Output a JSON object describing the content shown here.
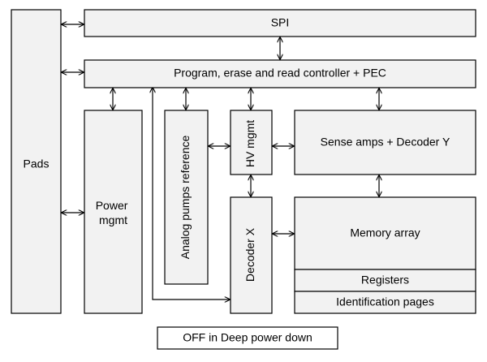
{
  "blocks": {
    "pads": "Pads",
    "spi": "SPI",
    "controller": "Program, erase and read controller + PEC",
    "power_line1": "Power",
    "power_line2": "mgmt",
    "analog_pumps": "Analog pumps reference",
    "hv_mgmt": "HV mgmt",
    "sense_amps": "Sense amps + Decoder Y",
    "decoder_x": "Decoder X",
    "memory_array": "Memory array",
    "registers": "Registers",
    "identification_pages": "Identification pages"
  },
  "footer": {
    "off_note": "OFF in Deep power down"
  },
  "colors": {
    "block_fill": "#f2f2f2",
    "stroke": "#000000",
    "footer_fill": "#ffffff"
  }
}
